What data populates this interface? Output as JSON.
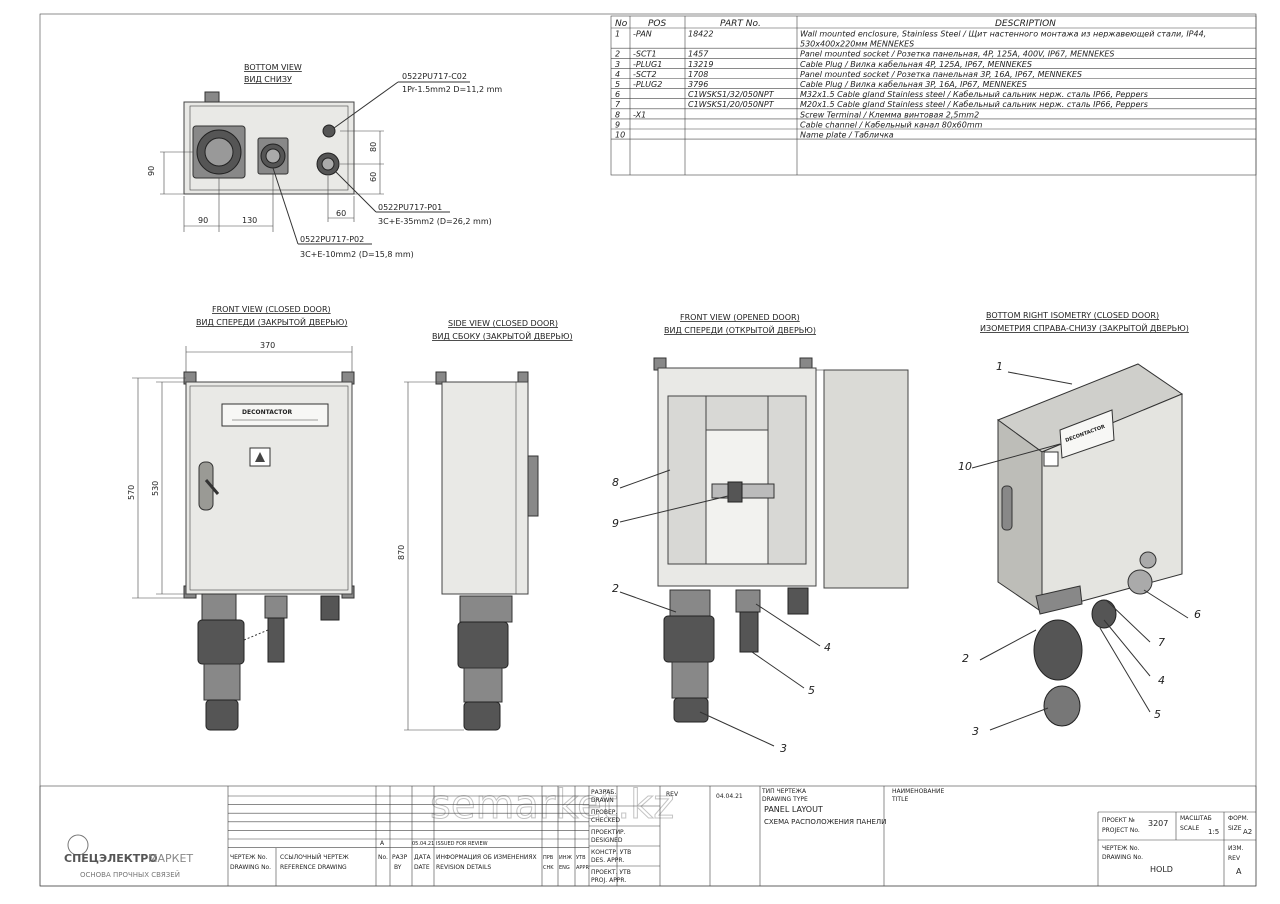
{
  "parts_table": {
    "headers": [
      "No",
      "POS",
      "PART No.",
      "DESCRIPTION"
    ],
    "rows": [
      {
        "no": "1",
        "pos": "-PAN",
        "part": "18422",
        "desc": "Wall mounted enclosure, Stainless Steel / Щит настенного монтажа из нержавеющей стали, IP44,",
        "desc2": "530x400x220мм MENNEKES"
      },
      {
        "no": "2",
        "pos": "-SCT1",
        "part": "1457",
        "desc": "Panel mounted socket / Розетка панельная, 4P, 125A, 400V, IP67, MENNEKES"
      },
      {
        "no": "3",
        "pos": "-PLUG1",
        "part": "13219",
        "desc": "Cable Plug / Вилка кабельная 4P, 125A, IP67, MENNEKES"
      },
      {
        "no": "4",
        "pos": "-SCT2",
        "part": "1708",
        "desc": "Panel mounted socket / Розетка панельная 3P, 16A, IP67, MENNEKES"
      },
      {
        "no": "5",
        "pos": "-PLUG2",
        "part": "3796",
        "desc": "Cable Plug / Вилка кабельная 3P, 16A, IP67, MENNEKES"
      },
      {
        "no": "6",
        "pos": "",
        "part": "C1WSKS1/32/050NPT",
        "desc": "M32x1.5 Cable gland Stainless steel / Кабельный сальник нерж. сталь IP66, Peppers"
      },
      {
        "no": "7",
        "pos": "",
        "part": "C1WSKS1/20/050NPT",
        "desc": "M20x1.5 Cable gland Stainless steel / Кабельный сальник нерж. сталь IP66, Peppers"
      },
      {
        "no": "8",
        "pos": "-X1",
        "part": "",
        "desc": "Screw Terminal / Клемма винтовая 2,5mm2"
      },
      {
        "no": "9",
        "pos": "",
        "part": "",
        "desc": "Cable channel / Кабельный канал 80x60mm"
      },
      {
        "no": "10",
        "pos": "",
        "part": "",
        "desc": "Name plate / Табличка"
      }
    ]
  },
  "bottom_view": {
    "title_en": "BOTTOM VIEW",
    "title_ru": "ВИД СНИЗУ",
    "callout_c02": "0522PU717-C02",
    "callout_c02_spec": "1Pr-1.5mm2 D=11,2 mm",
    "callout_p01": "0522PU717-P01",
    "callout_p01_spec": "3C+E-35mm2 (D=26,2 mm)",
    "callout_p02": "0522PU717-P02",
    "callout_p02_spec": "3C+E-10mm2 (D=15,8 mm)",
    "dim_80": "80",
    "dim_60v": "60",
    "dim_90v": "90",
    "dim_90h": "90",
    "dim_130": "130",
    "dim_60h": "60"
  },
  "front_closed": {
    "title_en": "FRONT VIEW (CLOSED DOOR)",
    "title_ru": "ВИД СПЕРЕДИ (ЗАКРЫТОЙ ДВЕРЬЮ)",
    "dim_370": "370",
    "dim_570": "570",
    "dim_530": "530",
    "plate_text": "DECONTACTOR"
  },
  "side_closed": {
    "title_en": "SIDE VIEW (CLOSED DOOR)",
    "title_ru": "ВИД СБОКУ (ЗАКРЫТОЙ ДВЕРЬЮ)",
    "dim_870": "870"
  },
  "front_opened": {
    "title_en": "FRONT VIEW (OPENED DOOR)",
    "title_ru": "ВИД СПЕРЕДИ (ОТКРЫТОЙ ДВЕРЬЮ)",
    "callouts": [
      "8",
      "9",
      "2",
      "4",
      "5",
      "3"
    ]
  },
  "isometry": {
    "title_en": "BOTTOM RIGHT ISOMETRY (CLOSED DOOR)",
    "title_ru": "ИЗОМЕТРИЯ СПРАВА-СНИЗУ (ЗАКРЫТОЙ ДВЕРЬЮ)",
    "callouts": [
      "1",
      "10",
      "6",
      "7",
      "4",
      "5",
      "2",
      "3"
    ],
    "plate_text": "DECONTACTOR"
  },
  "watermark": "semarket.kz",
  "logo": {
    "brand_a": "СПЕЦЭЛЕКТРО",
    "brand_b": "МАРКЕТ",
    "tagline": "ОСНОВА ПРОЧНЫХ СВЯЗЕЙ"
  },
  "title_block": {
    "rev_letter": "A",
    "rev_date": "05.04.21",
    "rev_text": "ISSUED FOR REVIEW",
    "drawing_no_ru": "ЧЕРТЕЖ No.",
    "drawing_no_en": "DRAWING No.",
    "ref_ru": "ССЫЛОЧНЫЙ ЧЕРТЕЖ",
    "ref_en": "REFERENCE DRAWING",
    "no": "No.",
    "by_ru": "РАЗР",
    "by_en": "BY",
    "date_ru": "ДАТА",
    "date_en": "DATE",
    "rev_det_ru": "ИНФОРМАЦИЯ ОБ ИЗМЕНЕНИЯХ",
    "rev_det_en": "REVISION DETAILS",
    "chk_ru": "ПРВ",
    "chk_en": "CHK",
    "eng_ru": "ИНЖ",
    "eng_en": "ENG",
    "appr_ru": "УТВ",
    "appr_en": "APPR",
    "drawn_ru": "РАЗРАБ.",
    "drawn_en": "DRAWN",
    "checked_ru": "ПРОВЕР.",
    "checked_en": "CHECKED",
    "designed_ru": "ПРОЕКТИР.",
    "designed_en": "DESIGNED",
    "desappr_ru": "КОНСТР. УТВ",
    "desappr_en": "DES. APPR.",
    "projappr_ru": "ПРОЕКТ. УТВ",
    "projappr_en": "PROJ. APPR.",
    "rev_col": "REV",
    "drawn_date": "04.04.21",
    "type_ru": "ТИП ЧЕРТЕЖА",
    "type_en": "DRAWING TYPE",
    "type_val_en": "PANEL LAYOUT",
    "type_val_ru": "СХЕМА РАСПОЛОЖЕНИЯ ПАНЕЛИ",
    "name_ru": "НАИМЕНОВАНИЕ",
    "name_en": "TITLE",
    "project_ru": "ПРОЕКТ №",
    "project_en": "PROJECT No.",
    "project_val": "3207",
    "scale_ru": "МАСШТАБ",
    "scale_en": "SCALE",
    "scale_val": "1:5",
    "form_ru": "ФОРМ.",
    "form_en": "SIZE",
    "form_val": "A2",
    "dwg_ru": "ЧЕРТЕЖ No.",
    "dwg_en": "DRAWING No.",
    "dwg_val": "HOLD",
    "izm_ru": "ИЗМ.",
    "izm_en": "REV",
    "izm_val": "A"
  }
}
